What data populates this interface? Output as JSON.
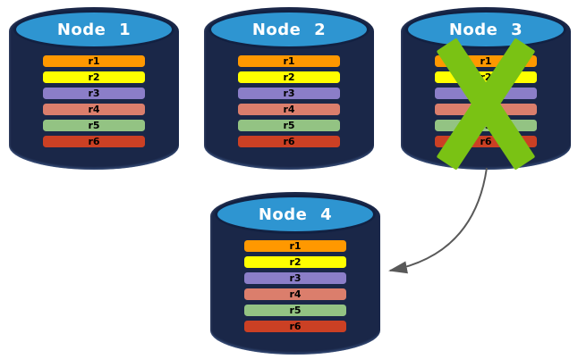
{
  "nodes": [
    {
      "title": "Node 1",
      "failed": false,
      "partitions": [
        "r1",
        "r2",
        "r3",
        "r4",
        "r5",
        "r6"
      ]
    },
    {
      "title": "Node 2",
      "failed": false,
      "partitions": [
        "r1",
        "r2",
        "r3",
        "r4",
        "r5",
        "r6"
      ]
    },
    {
      "title": "Node 3",
      "failed": true,
      "partitions": [
        "r1",
        "r2",
        "r3",
        "r4",
        "r5",
        "r6"
      ]
    },
    {
      "title": "Node 4",
      "failed": false,
      "partitions": [
        "r1",
        "r2",
        "r3",
        "r4",
        "r5",
        "r6"
      ]
    }
  ],
  "partition_colors": {
    "r1": "#FF9800",
    "r2": "#FFFF00",
    "r3": "#8B7EC8",
    "r4": "#DB7E6C",
    "r5": "#93C383",
    "r6": "#CB4024"
  },
  "colors": {
    "background": "#FFFFFF",
    "cylinder_body": "#1A2748",
    "cylinder_top": "#2E95D1",
    "cylinder_outline": "#122142",
    "title_text": "#FFFFFF",
    "partition_text": "#000000",
    "failure_x": "#7AC214",
    "arrow": "#595959"
  },
  "failover_arrow": {
    "from": "Node 3",
    "to": "Node 4"
  }
}
